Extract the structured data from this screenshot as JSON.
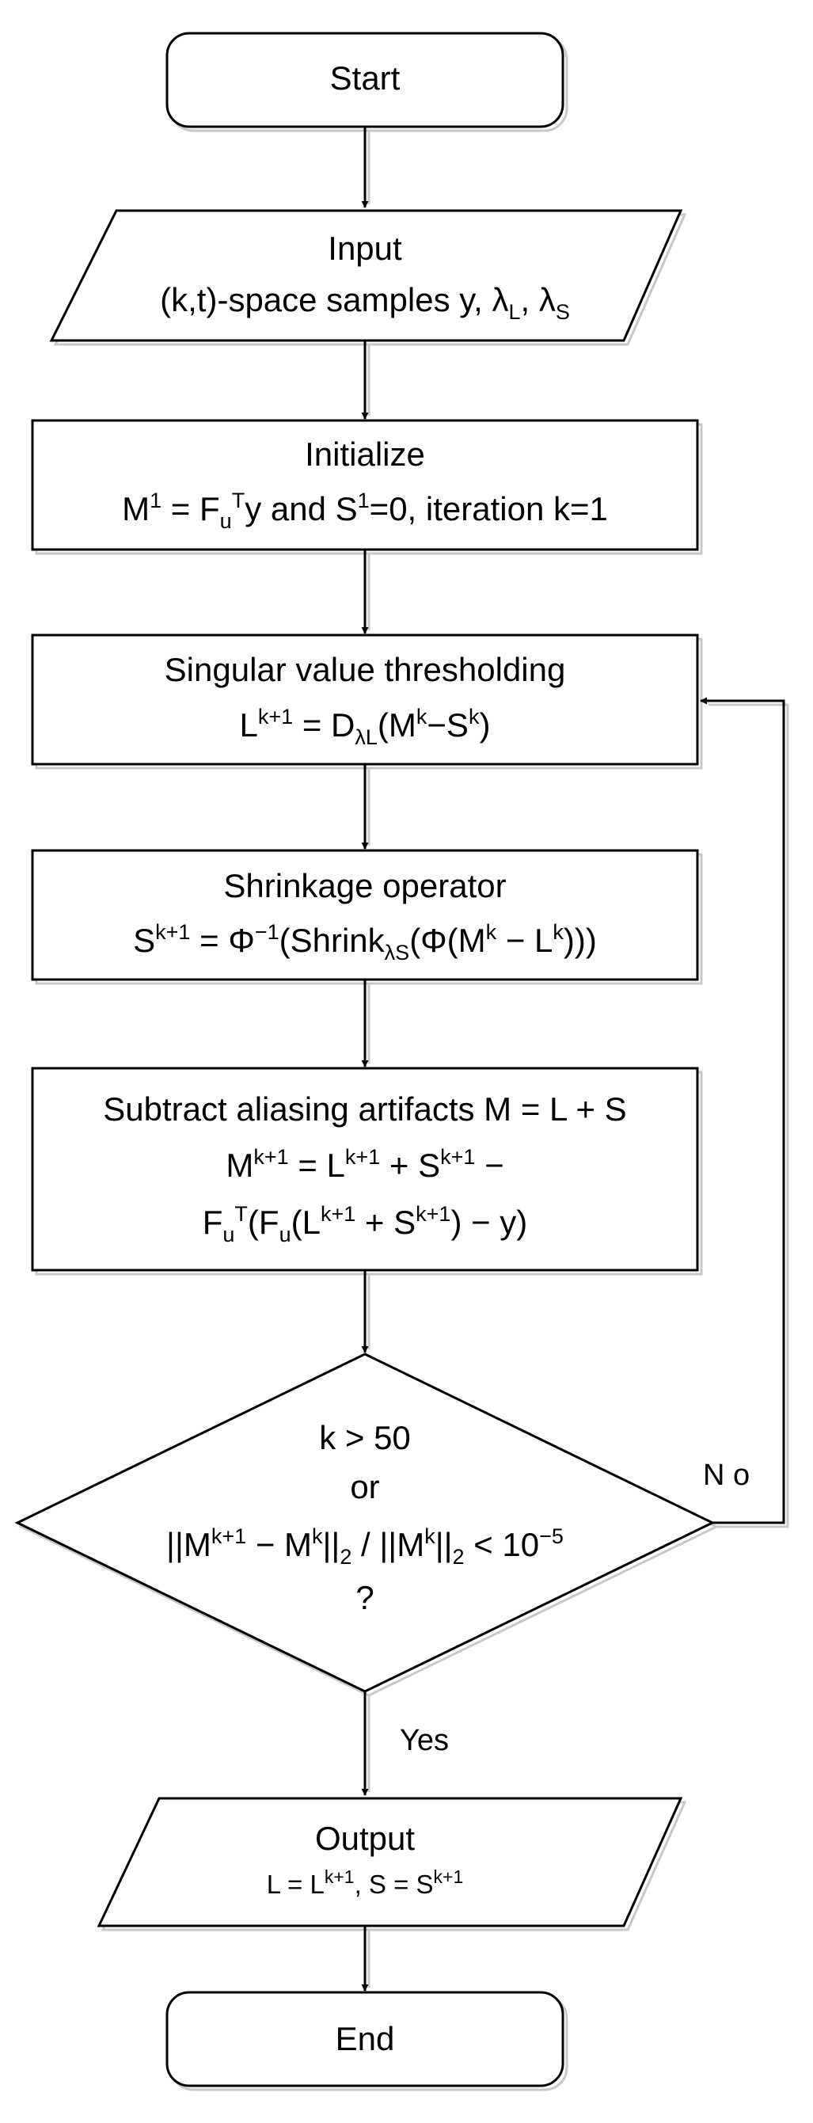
{
  "nodes": {
    "start": {
      "label": "Start"
    },
    "input": {
      "title": "Input",
      "line2": {
        "prefix": "(k,t)-space samples y, ",
        "lambda": "λ",
        "sub_l": "L",
        "sep": ", ",
        "sub_s": "S"
      }
    },
    "initialize": {
      "title": "Initialize",
      "eq": {
        "m": "M",
        "sup1": "1",
        "eqf": " = F",
        "sub_u": "u",
        "sup_t": "T",
        "rest1": "y and S",
        "sup2": "1",
        "rest2": "=0, iteration k=1"
      }
    },
    "svt": {
      "title": "Singular value thresholding",
      "eq": {
        "l": "L",
        "sup_k1": "k+1",
        "eqd": " =  D",
        "sub_lam": "λL",
        "open": "(M",
        "sup_k": "k",
        "minus": "−S",
        "sup_k2": "k",
        "close": ")"
      }
    },
    "shrink": {
      "title": "Shrinkage operator",
      "eq": {
        "s": "S",
        "sup_k1": "k+1",
        "eqphi": " = Φ",
        "sup_inv": "−1",
        "shr": "(Shrink",
        "sub_lams": "λS",
        "phi": "(Φ(M",
        "sup_k": "k",
        "minusl": " − L",
        "sup_k2": "k",
        "close": ")))"
      }
    },
    "subtract": {
      "title": "Subtract aliasing artifacts M = L + S",
      "eq1": {
        "m": "M",
        "sup1": "k+1",
        "eql": " = L",
        "sup2": "k+1",
        "pluss": " + S",
        "sup3": "k+1",
        "minus": " −"
      },
      "eq2": {
        "f": "F",
        "sub1": "u",
        "sup_t": "T",
        "ff": "(F",
        "sub2": "u",
        "open": "(L",
        "sup1": "k+1",
        "pluss": " + S",
        "sup2": "k+1",
        "close": ") − y)"
      }
    },
    "decision": {
      "line1": "k > 50",
      "line2": "or",
      "line3": {
        "a": "||M",
        "sup1": "k+1",
        "b": " − M",
        "sup2": "k",
        "c": "||",
        "sub1": "2",
        "d": " / ||M",
        "sup3": "k",
        "e": "||",
        "sub2": "2",
        "f": " < 10",
        "sup4": "−5"
      },
      "line4": "?"
    },
    "output": {
      "title": "Output",
      "eq": {
        "a": "L = L",
        "sup1": "k+1",
        "b": ", S = S",
        "sup2": "k+1"
      }
    },
    "end": {
      "label": "End"
    }
  },
  "edges": {
    "no_label": "N o",
    "yes_label": "Yes"
  }
}
